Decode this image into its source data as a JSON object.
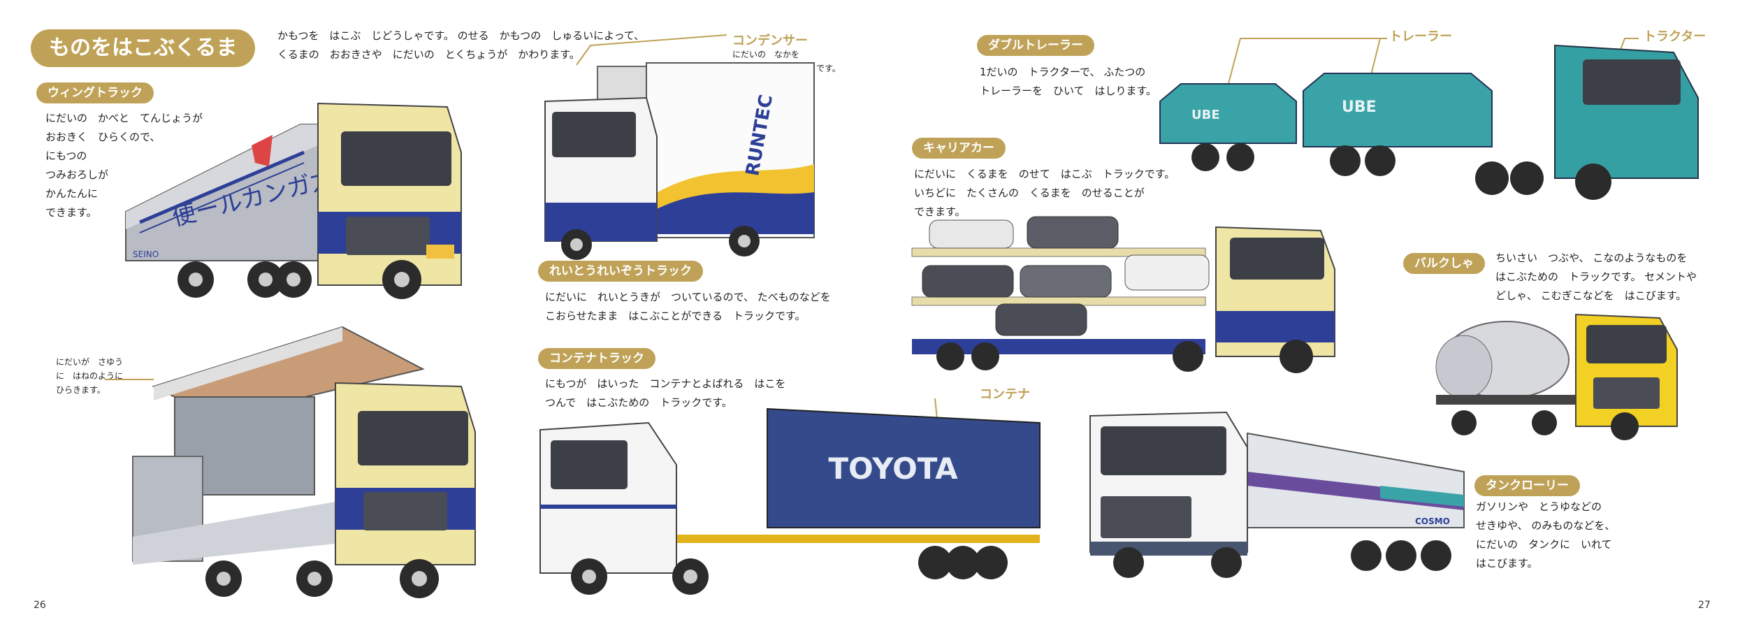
{
  "title": "ものをはこぶくるま",
  "intro": "かもつを　はこぶ　じどうしゃです。 のせる　かもつの　しゅるいによって、\nくるまの　おおきさや　にだいの　とくちょうが　かわります。",
  "wing": {
    "label": "ウィングトラック",
    "desc": "にだいの　かべと　てんじょうが\nおおきく　ひらくので、\nにもつの\nつみおろしが\nかんたんに\nできます。",
    "note": "にだいが　さゆう\nに　はねのように\nひらきます。",
    "truck_text": "便ールカンガ力",
    "logo_text": "SEINO"
  },
  "reefer": {
    "callout": "コンデンサー",
    "callout_note": "にだいの　なかを\nひやすための　そうちです。",
    "label": "れいとうれいぞうトラック",
    "desc": "にだいに　れいとうきが　ついているので、 たべものなどを\nこおらせたまま　はこぶことができる　トラックです。",
    "truck_text": "RUNTEC"
  },
  "container": {
    "label": "コンテナトラック",
    "desc": "にもつが　はいった　コンテナとよばれる　はこを\nつんで　はこぶための　トラックです。",
    "callout": "コンテナ",
    "box_text": "TOYOTA"
  },
  "double": {
    "label": "ダブルトレーラー",
    "desc": "1だいの　トラクターで、 ふたつの\nトレーラーを　ひいて　はしります。",
    "callout_trailer": "トレーラー",
    "callout_tractor": "トラクター",
    "tank_text": "UBE"
  },
  "carrier": {
    "label": "キャリアカー",
    "desc": "にだいに　くるまを　のせて　はこぶ　トラックです。\nいちどに　たくさんの　くるまを　のせることが\nできます。"
  },
  "bulk": {
    "label": "バルクしゃ",
    "desc": "ちいさい　つぶや、 こなのようなものを\nはこぶための　トラックです。 セメントや\nどしゃ、 こむぎこなどを　はこびます。"
  },
  "tank": {
    "label": "タンクローリー",
    "desc": "ガソリンや　とうゆなどの\nせきゆや、 のみものなどを、\nにだいの　タンクに　いれて\nはこびます。",
    "tank_text": "COSMO"
  },
  "page_left": "26",
  "page_right": "27",
  "colors": {
    "accent": "#bfa257",
    "cab": "#efe6a6",
    "navy": "#2d3f96",
    "teal": "#3aa3a8",
    "yellow": "#f2d024"
  }
}
